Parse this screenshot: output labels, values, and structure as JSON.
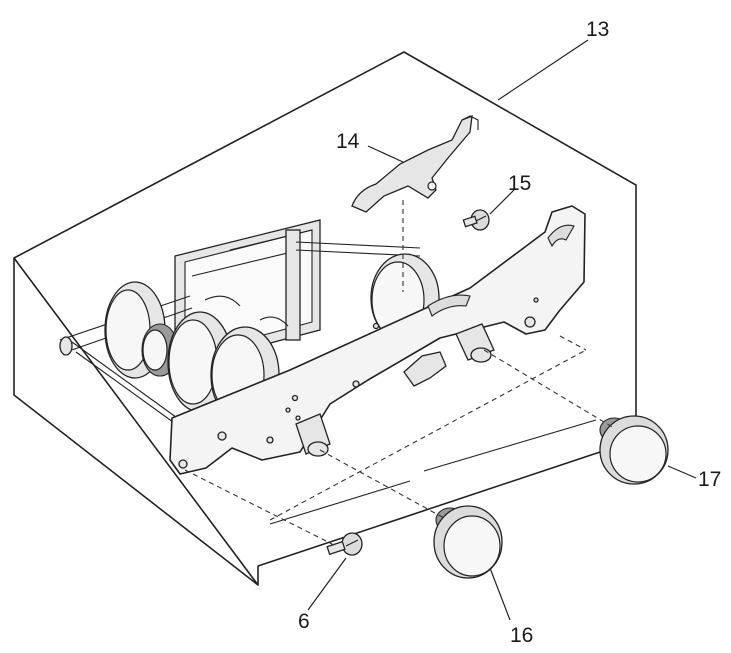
{
  "diagram": {
    "callouts": [
      {
        "id": "13",
        "text": "13"
      },
      {
        "id": "14",
        "text": "14"
      },
      {
        "id": "15",
        "text": "15"
      },
      {
        "id": "6",
        "text": "6"
      },
      {
        "id": "16",
        "text": "16"
      },
      {
        "id": "17",
        "text": "17"
      }
    ]
  }
}
